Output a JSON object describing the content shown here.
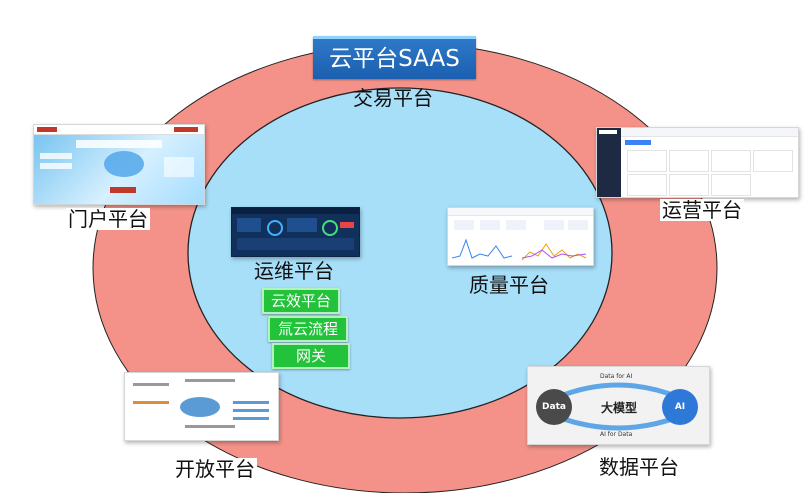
{
  "diagram": {
    "title": "云平台SAAS",
    "outer_ring_color": "#f4928a",
    "inner_circle_color": "#a7dff9",
    "labels": {
      "trade": "交易平台",
      "portal": "门户平台",
      "operation": "运营平台",
      "ops": "运维平台",
      "quality": "质量平台",
      "open": "开放平台",
      "data": "数据平台"
    },
    "sub_items": [
      "云效平台",
      "氚云流程",
      "网关"
    ],
    "data_platform_thumb": {
      "left": "Data",
      "center": "大模型",
      "right": "AI",
      "top": "Data for AI",
      "bottom": "AI for Data"
    }
  }
}
